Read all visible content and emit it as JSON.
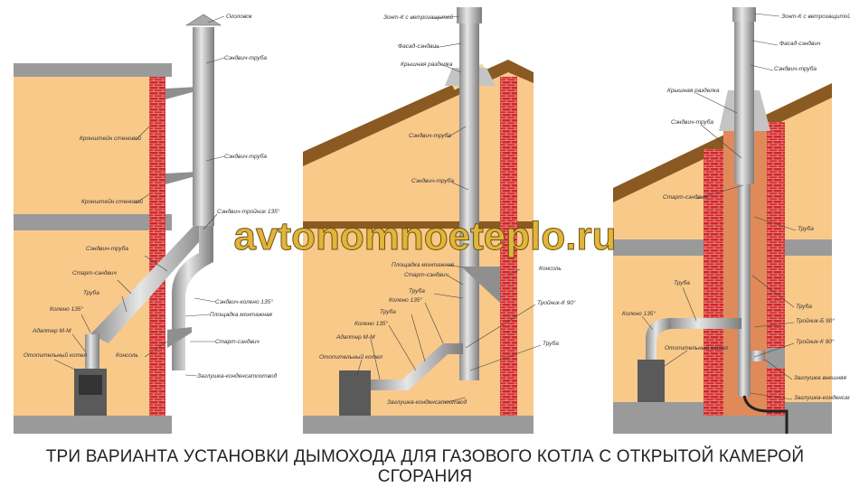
{
  "colors": {
    "wall": "#f9c98a",
    "brick": "#d3262a",
    "slab": "#9a9a9a",
    "roof": "#8a5a22",
    "insulation": "#e6dc98",
    "pipe": "#bdbdbd",
    "boiler": "#5a5a5a",
    "shaft": "#e08a5a",
    "watermark": "#e2b43a"
  },
  "watermark": "avtonomnoeteplo.ru",
  "caption": "ТРИ ВАРИАНТА УСТАНОВКИ ДЫМОХОДА ДЛЯ ГАЗОВОГО КОТЛА С ОТКРЫТОЙ КАМЕРОЙ СГОРАНИЯ",
  "panel1": {
    "labels": [
      "Оголовок",
      "Сэндвич-труба",
      "Кронштейн стеновой",
      "Сэндвич-труба",
      "Кронштейн стеновой",
      "Сэндвич-тройник 135°",
      "Сэндвич-труба",
      "Старт-сэндвич",
      "Труба",
      "Колено 135°",
      "Адаптер М-М",
      "Отопительный котел",
      "Сэндвич-колено 135°",
      "Площадка монтажная",
      "Консоль",
      "Старт-сэндвич",
      "Заглушка-конденсатоотвод"
    ]
  },
  "panel2": {
    "labels": [
      "Зонт-К с ветрозащитой",
      "Фасад-сэндвич",
      "Крышная разделка",
      "Сэндвич-труба",
      "Сэндвич-труба",
      "Площадка монтажная",
      "Консоль",
      "Старт-сэндвич",
      "Труба",
      "Колено 135°",
      "Труба",
      "Колено 135°",
      "Адаптер М-М",
      "Отопительный котел",
      "Тройник-К 90°",
      "Труба",
      "Заглушка-конденсатоотвод"
    ]
  },
  "panel3": {
    "labels": [
      "Зонт-К с ветрозащитой",
      "Фасад-сэндвич",
      "Сэндвич-труба",
      "Крышная разделка",
      "Сэндвич-труба",
      "Старт-сэндвич",
      "Труба",
      "Труба",
      "Труба",
      "Колено 135°",
      "Тройник-Б 90°",
      "Отопительный котел",
      "Тройник-К 90°",
      "Заглушка внешняя",
      "Заглушка-конденсатоотвод"
    ]
  }
}
